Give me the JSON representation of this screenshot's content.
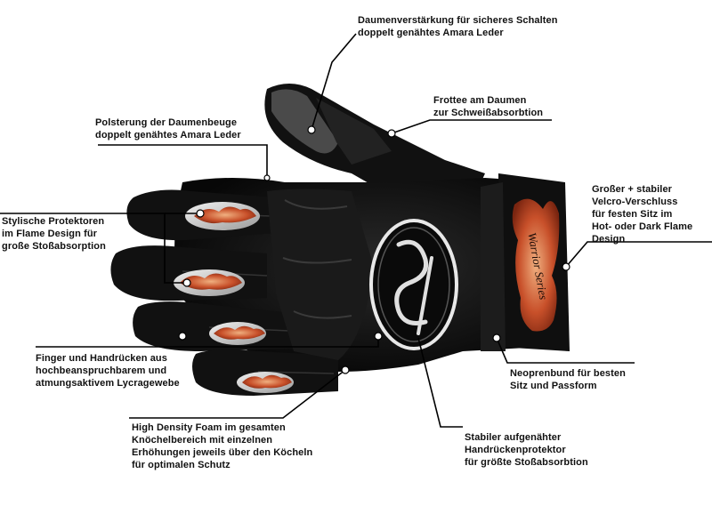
{
  "annotations": {
    "thumb_reinforcement": "Daumenverstärkung für sicheres Schalten\ndoppelt genähtes Amara Leder",
    "thumb_terry": "Frottee am Daumen\nzur Schweißabsorbtion",
    "thumb_bend_padding": "Polsterung der Daumenbeuge\ndoppelt genähtes Amara Leder",
    "flame_protectors": "Stylische Protektoren\nim Flame Design für\ngroße Stoßabsorption",
    "velcro_closure": "Großer + stabiler\nVelcro-Verschluss\nfür festen Sitz im\nHot- oder Dark Flame\nDesign",
    "lycra_fabric": "Finger und Handrücken aus\nhochbeanspruchbarem und\natmungsaktivem Lycragewebe",
    "neoprene_cuff": "Neoprenbund für besten\nSitz und  Passform",
    "high_density_foam": "High Density Foam im gesamten\nKnöchelbereich mit einzelnen\nErhöhungen jeweils über den Köcheln\nfür optimalen Schutz",
    "back_protector": "Stabiler aufgenähter\nHandrückenprotektor\nfür größte Stoßabsorbtion"
  },
  "glove": {
    "strap_text": "Warrior Series",
    "color_body": "#0d0d0d",
    "color_flame": "#c8502a",
    "color_leader": "#000000"
  }
}
